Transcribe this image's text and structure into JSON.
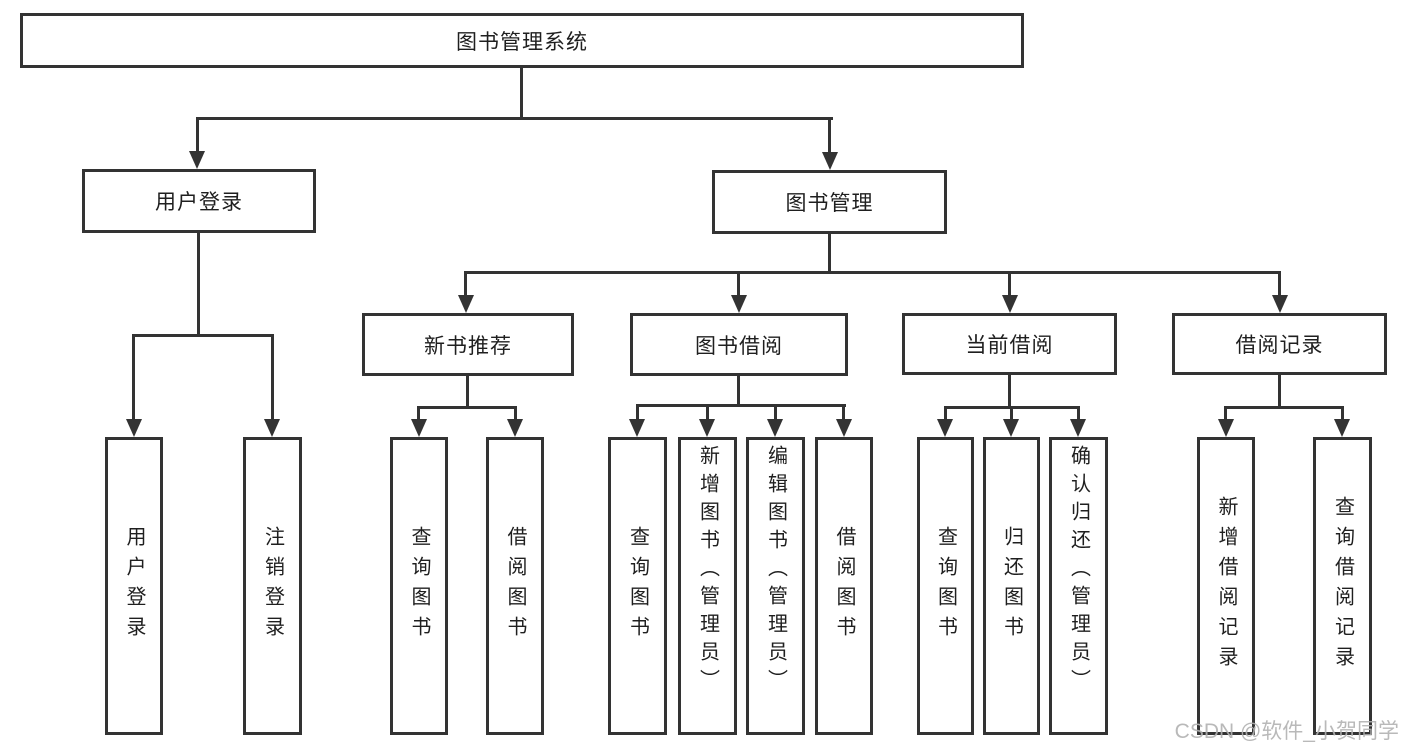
{
  "nodes": {
    "root": "图书管理系统",
    "user_login": "用户登录",
    "book_mgmt": "图书管理",
    "new_book_rec": "新书推荐",
    "book_borrow": "图书借阅",
    "current_borrow": "当前借阅",
    "borrow_records": "借阅记录",
    "ul_user_login": "用户登录",
    "ul_logout": "注销登录",
    "nbr_query_books": "查询图书",
    "nbr_borrow_books": "借阅图书",
    "bb_query_books": "查询图书",
    "bb_add_books": "新增图书（管理员）",
    "bb_edit_books": "编辑图书（管理员）",
    "bb_borrow_books": "借阅图书",
    "cb_query_books": "查询图书",
    "cb_return_books": "归还图书",
    "cb_confirm_return": "确认归还（管理员）",
    "br_add_record": "新增借阅记录",
    "br_query_record": "查询借阅记录"
  },
  "watermark": "CSDN @软件_小贺同学",
  "colors": {
    "line": "#333333",
    "text": "#1f1f1f",
    "watermark": "#b2b2b2",
    "background": "#ffffff"
  }
}
